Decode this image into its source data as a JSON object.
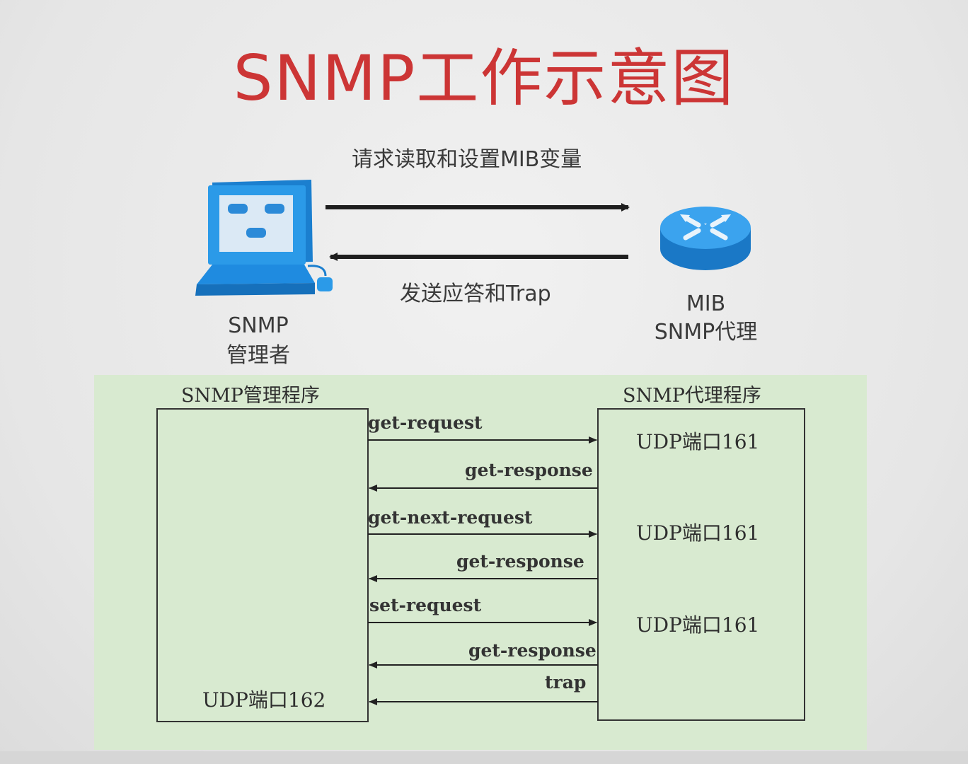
{
  "title": "SNMP工作示意图",
  "top_diagram": {
    "request_label": "请求读取和设置MIB变量",
    "response_label": "发送应答和Trap",
    "manager": {
      "line1": "SNMP",
      "line2": "管理者",
      "icon": "computer-icon"
    },
    "agent": {
      "line1": "MIB",
      "line2": "SNMP代理",
      "icon": "router-icon"
    }
  },
  "sequence_diagram": {
    "manager_title": "SNMP管理程序",
    "agent_title": "SNMP代理程序",
    "manager_port": "UDP端口162",
    "agent_ports": [
      "UDP端口161",
      "UDP端口161",
      "UDP端口161"
    ],
    "messages": [
      {
        "label": "get-request",
        "direction": "to-agent"
      },
      {
        "label": "get-response",
        "direction": "to-manager"
      },
      {
        "label": "get-next-request",
        "direction": "to-agent"
      },
      {
        "label": "get-response",
        "direction": "to-manager"
      },
      {
        "label": "set-request",
        "direction": "to-agent"
      },
      {
        "label": "get-response",
        "direction": "to-manager"
      },
      {
        "label": "trap",
        "direction": "to-manager"
      }
    ]
  },
  "colors": {
    "title": "#cc3535",
    "icon_blue": "#1c8ee0",
    "panel_green": "#d8ead0"
  }
}
